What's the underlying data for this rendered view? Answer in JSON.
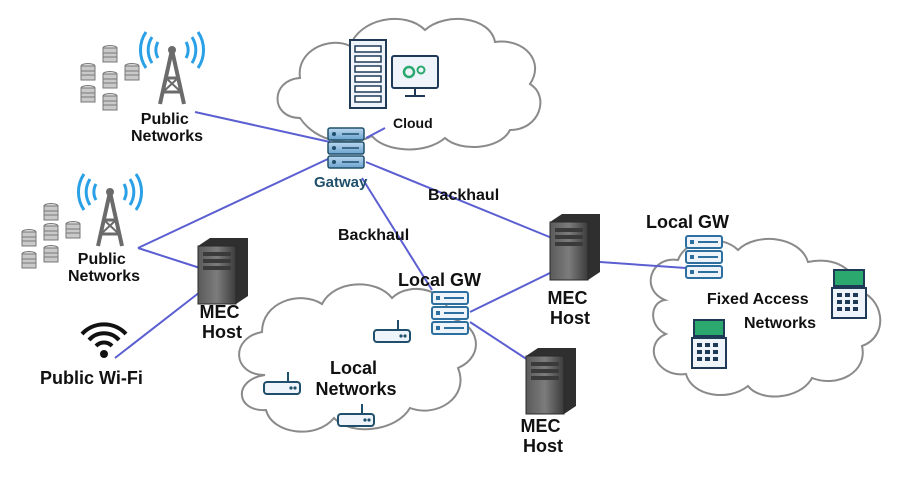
{
  "labels": {
    "public_networks_top": [
      "Public",
      "Networks"
    ],
    "public_networks_mid": [
      "Public",
      "Networks"
    ],
    "public_wifi": "Public Wi-Fi",
    "cloud": "Cloud",
    "gateway": "Gatway",
    "backhaul_right": "Backhaul",
    "backhaul_left": "Backhaul",
    "mec_host_left": [
      "MEC",
      "Host"
    ],
    "mec_host_center": [
      "MEC",
      "Host"
    ],
    "mec_host_bottom": [
      "MEC",
      "Host"
    ],
    "local_gw_center": "Local GW",
    "local_gw_right": "Local GW",
    "local_networks": [
      "Local",
      "Networks"
    ],
    "fixed_access_networks": [
      "Fixed Access",
      "Networks"
    ]
  },
  "colors": {
    "link": "#5b5fd1",
    "cloud_stroke": "#8a8a8a",
    "tower_wave": "#2aa0e6",
    "tower": "#6b6b6b",
    "server_body": "#4a4a4a",
    "gw_blue": "#2d6f9e",
    "wifi": "#111111"
  }
}
